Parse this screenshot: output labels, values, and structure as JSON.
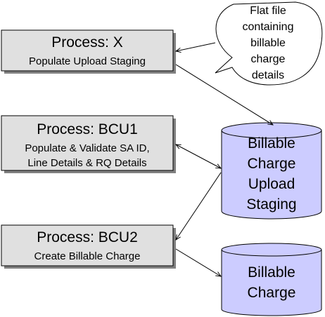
{
  "colors": {
    "process_fill": "#e0e0e0",
    "process_shadow": "#808080",
    "cylinder_fill": "#ccccff",
    "stroke": "#000000"
  },
  "processes": [
    {
      "title": "Process: X",
      "lines": [
        "Populate Upload Staging"
      ]
    },
    {
      "title": "Process: BCU1",
      "lines": [
        "Populate & Validate SA ID,",
        "Line Details & RQ Details"
      ]
    },
    {
      "title": "Process: BCU2",
      "lines": [
        "Create Billable Charge"
      ]
    }
  ],
  "flat_file": {
    "lines": [
      "Flat file",
      "containing",
      "billable",
      "charge",
      "details"
    ]
  },
  "stores": [
    {
      "lines": [
        "Billable",
        "Charge",
        "Upload",
        "Staging"
      ]
    },
    {
      "lines": [
        "Billable",
        "Charge"
      ]
    }
  ]
}
